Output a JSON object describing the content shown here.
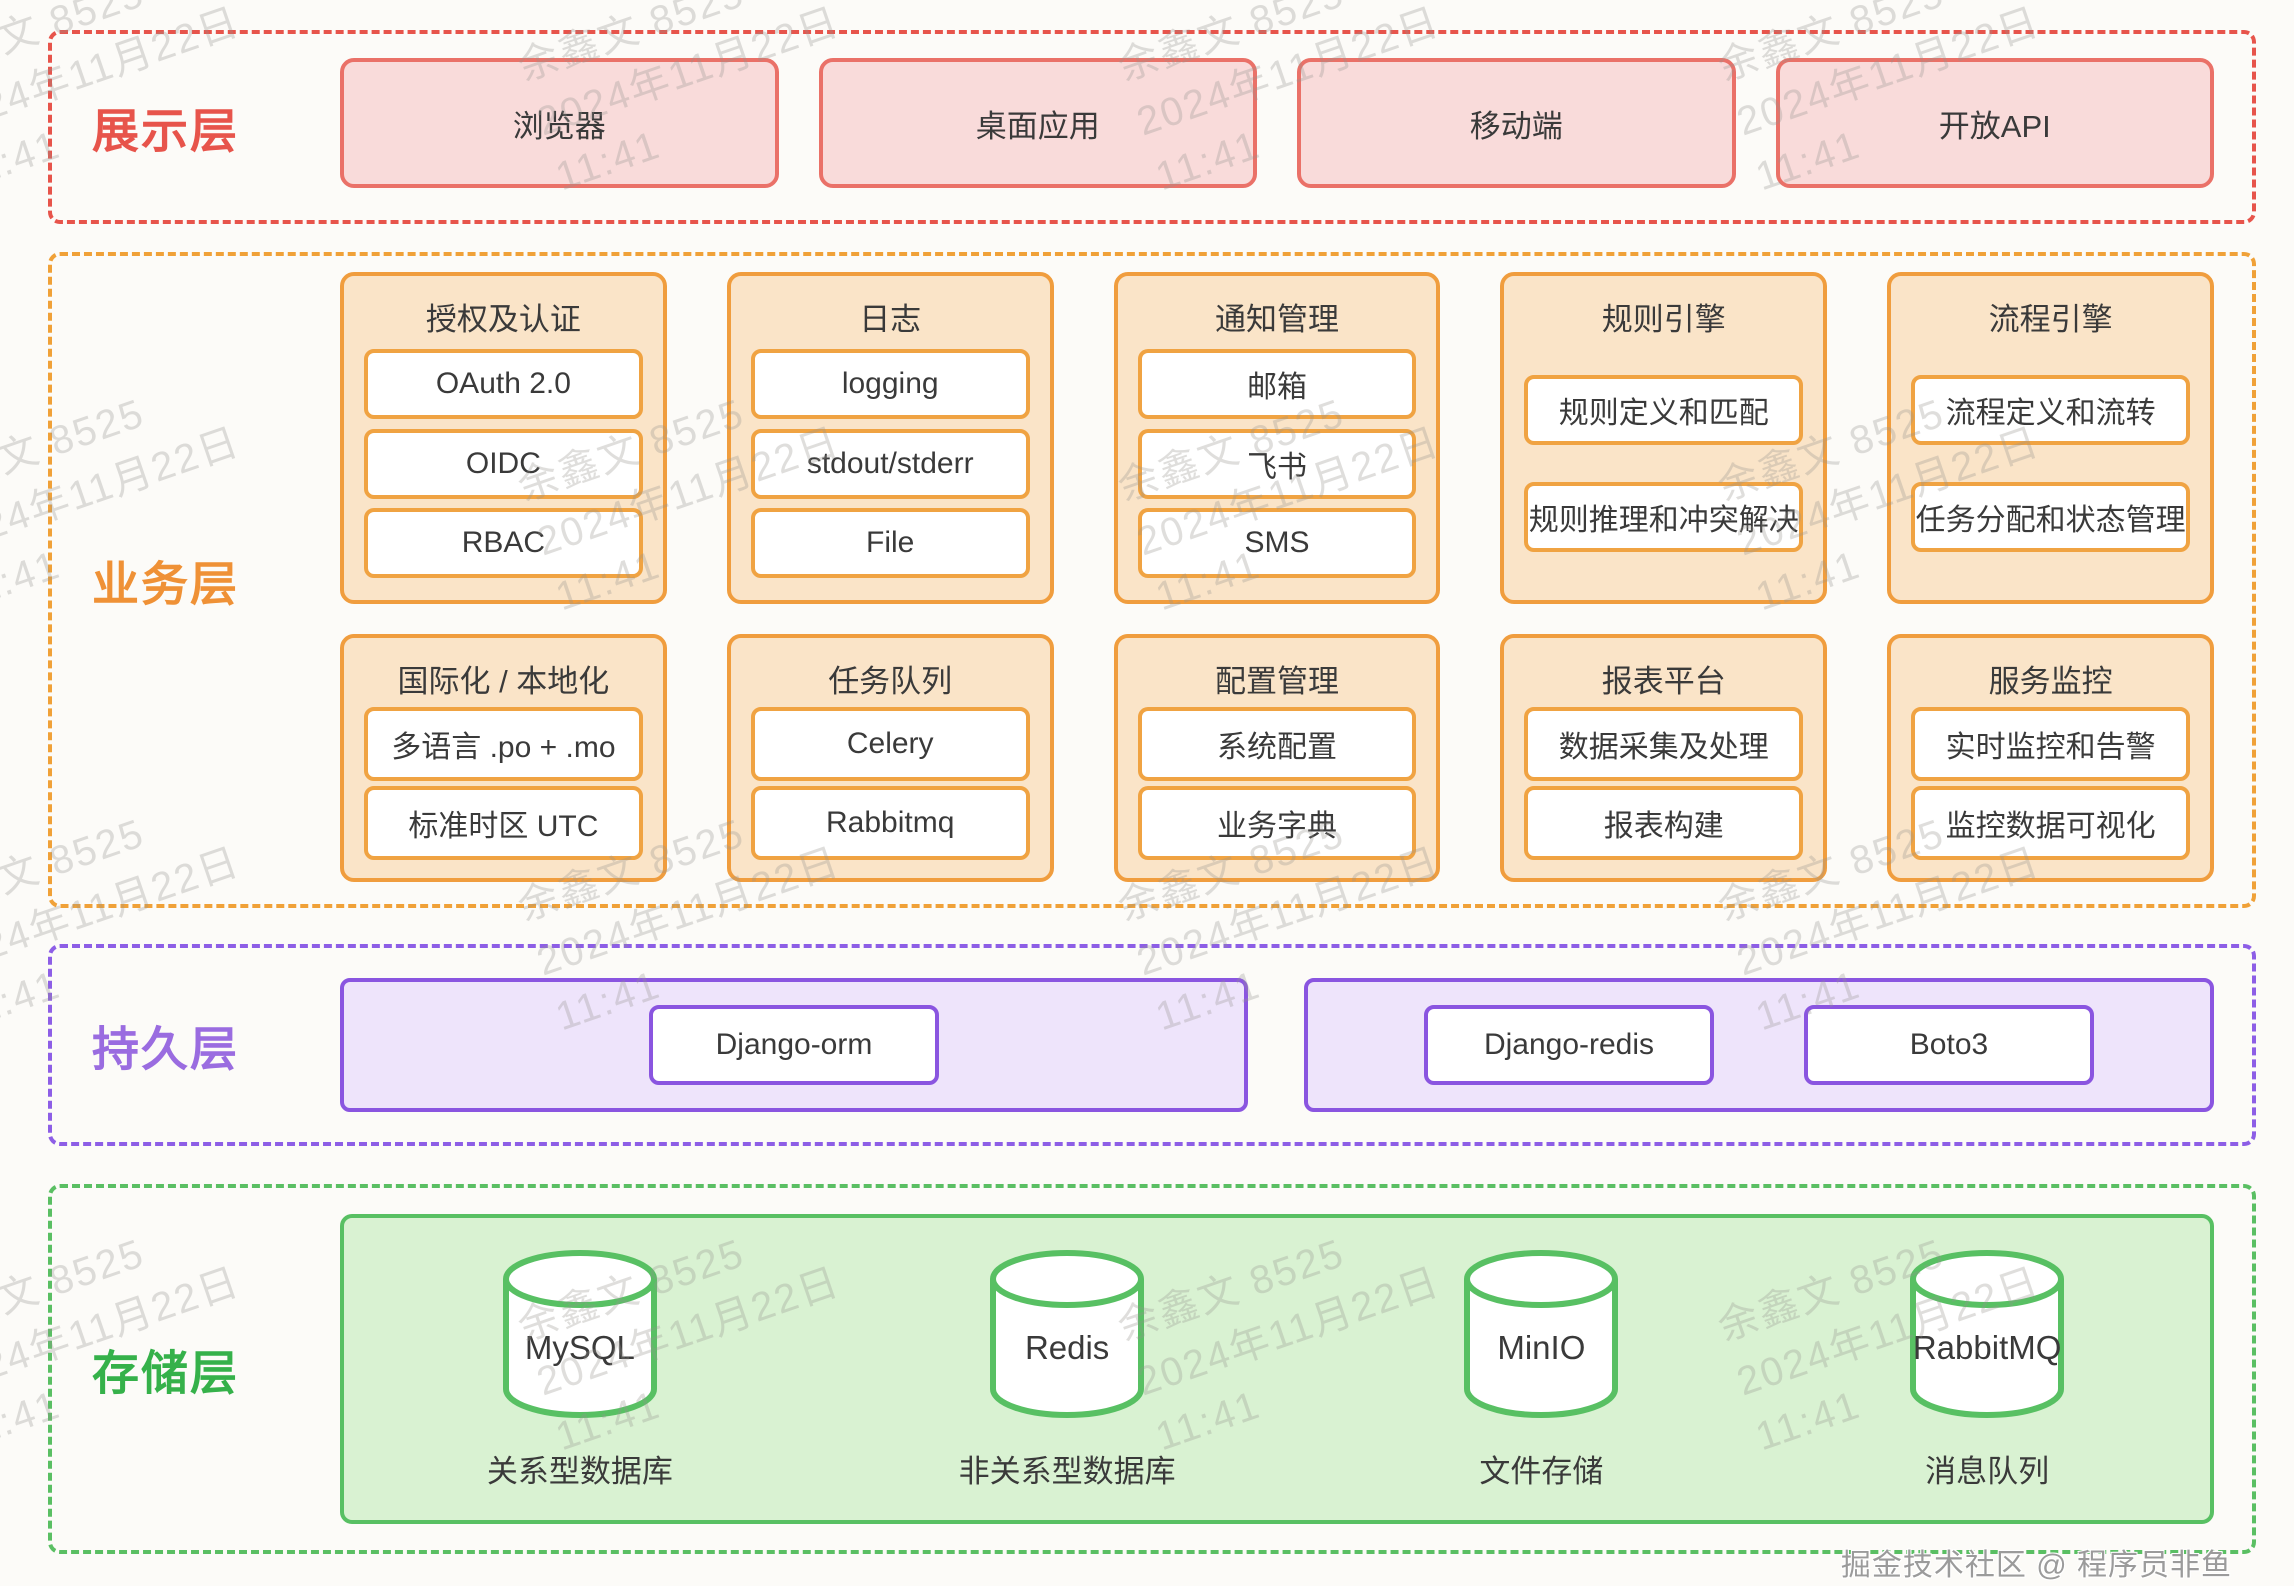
{
  "watermark": {
    "lines": [
      "余鑫文 8525",
      "2024年11月22日",
      "11:41"
    ]
  },
  "footer": {
    "credit": "掘金技术社区 @ 程序员非鱼"
  },
  "layers": {
    "presentation": {
      "label": "展示层",
      "items": [
        "浏览器",
        "桌面应用",
        "移动端",
        "开放API"
      ]
    },
    "business": {
      "label": "业务层",
      "row1": [
        {
          "title": "授权及认证",
          "items": [
            "OAuth 2.0",
            "OIDC",
            "RBAC"
          ]
        },
        {
          "title": "日志",
          "items": [
            "logging",
            "stdout/stderr",
            "File"
          ]
        },
        {
          "title": "通知管理",
          "items": [
            "邮箱",
            "飞书",
            "SMS"
          ]
        },
        {
          "title": "规则引擎",
          "items": [
            "规则定义和匹配",
            "规则推理和冲突解决"
          ]
        },
        {
          "title": "流程引擎",
          "items": [
            "流程定义和流转",
            "任务分配和状态管理"
          ]
        }
      ],
      "row2": [
        {
          "title": "国际化 / 本地化",
          "items": [
            "多语言 .po + .mo",
            "标准时区 UTC"
          ]
        },
        {
          "title": "任务队列",
          "items": [
            "Celery",
            "Rabbitmq"
          ]
        },
        {
          "title": "配置管理",
          "items": [
            "系统配置",
            "业务字典"
          ]
        },
        {
          "title": "报表平台",
          "items": [
            "数据采集及处理",
            "报表构建"
          ]
        },
        {
          "title": "服务监控",
          "items": [
            "实时监控和告警",
            "监控数据可视化"
          ]
        }
      ]
    },
    "persistence": {
      "label": "持久层",
      "groups": [
        [
          "Django-orm"
        ],
        [
          "Django-redis",
          "Boto3"
        ]
      ]
    },
    "storage": {
      "label": "存储层",
      "items": [
        {
          "name": "MySQL",
          "caption": "关系型数据库"
        },
        {
          "name": "Redis",
          "caption": "非关系型数据库"
        },
        {
          "name": "MinIO",
          "caption": "文件存储"
        },
        {
          "name": "RabbitMQ",
          "caption": "消息队列"
        }
      ]
    }
  },
  "colors": {
    "background": "#fcfbf8",
    "text_dark": "#3a3a3a",
    "presentation_accent": "#e7544b",
    "presentation_box_fill": "#f9dbda",
    "presentation_box_border": "#ea7168",
    "business_accent": "#ef9136",
    "business_dash": "#f0a138",
    "business_group_fill": "#fae4c8",
    "business_group_border": "#f09d3e",
    "business_item_border": "#f0a342",
    "persistence_accent": "#9a6ce0",
    "persistence_dash": "#8d5ee6",
    "persistence_fill": "#eee4fb",
    "persistence_border": "#8a55e0",
    "storage_accent": "#35b14a",
    "storage_dash": "#5abf63",
    "storage_fill": "#d9f2d2",
    "storage_border": "#58c063",
    "watermark_color": "#96948f",
    "footer_color": "#9b9b9b"
  }
}
